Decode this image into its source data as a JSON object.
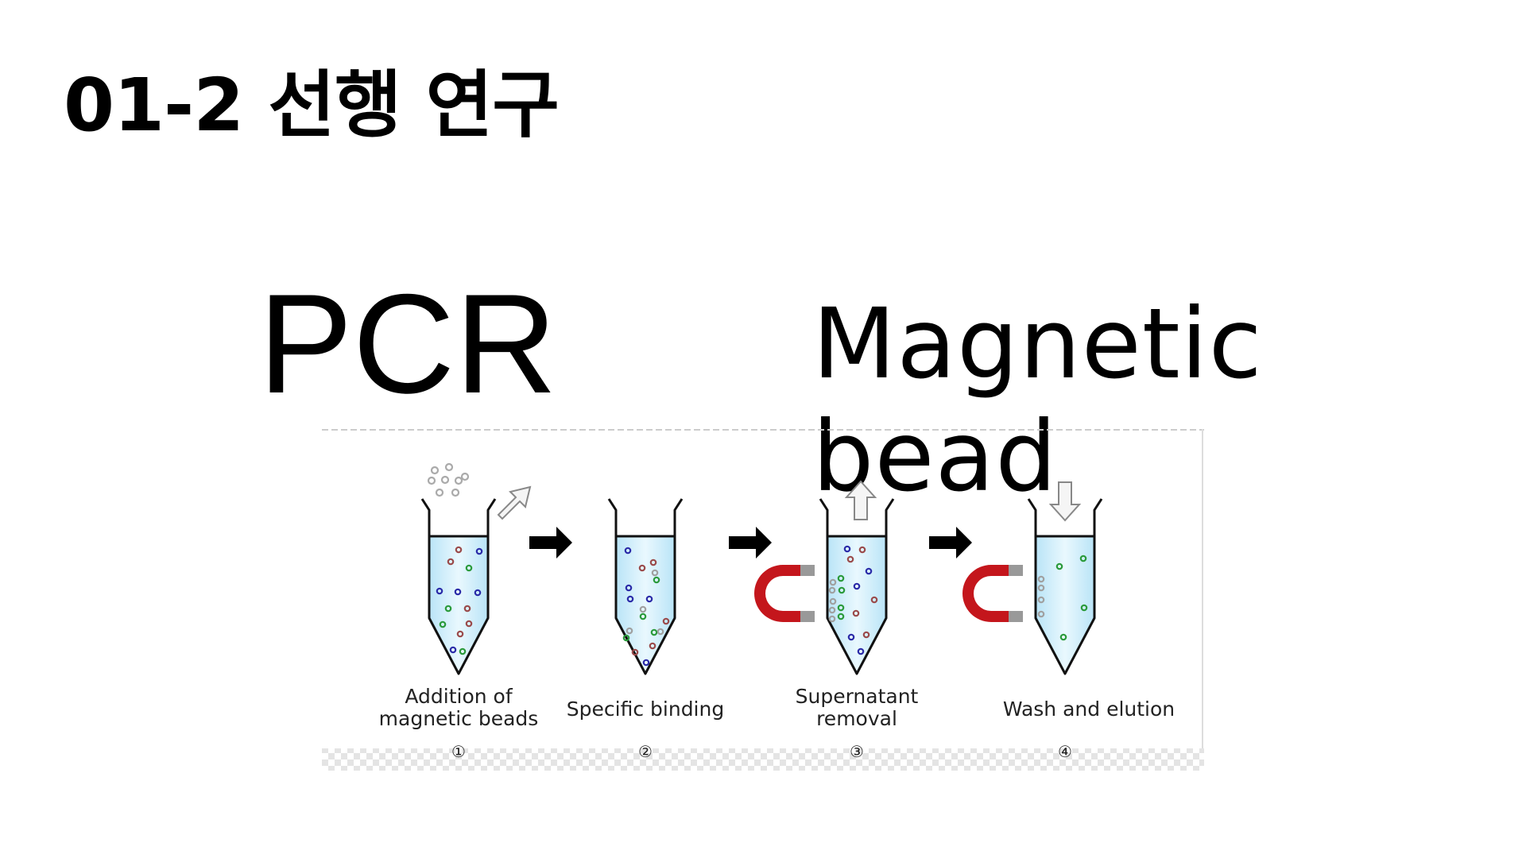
{
  "slide": {
    "title": "01-2  선행 연구",
    "left_heading": "PCR",
    "right_heading": "Magnetic bead"
  },
  "figure": {
    "steps": [
      {
        "number": "①",
        "caption_lines": [
          "Addition of",
          "magnetic beads"
        ]
      },
      {
        "number": "②",
        "caption_lines": [
          "Specific binding"
        ]
      },
      {
        "number": "③",
        "caption_lines": [
          "Supernatant",
          "removal"
        ]
      },
      {
        "number": "④",
        "caption_lines": [
          "Wash and elution"
        ]
      }
    ],
    "colors": {
      "liquid": "#cfeefb",
      "magnet": "#c4161c",
      "bead_blue": "#2a2aa8",
      "bead_red": "#9a4a4a",
      "bead_green": "#2a9a3a",
      "bead_gray": "#a0a0a0"
    }
  }
}
